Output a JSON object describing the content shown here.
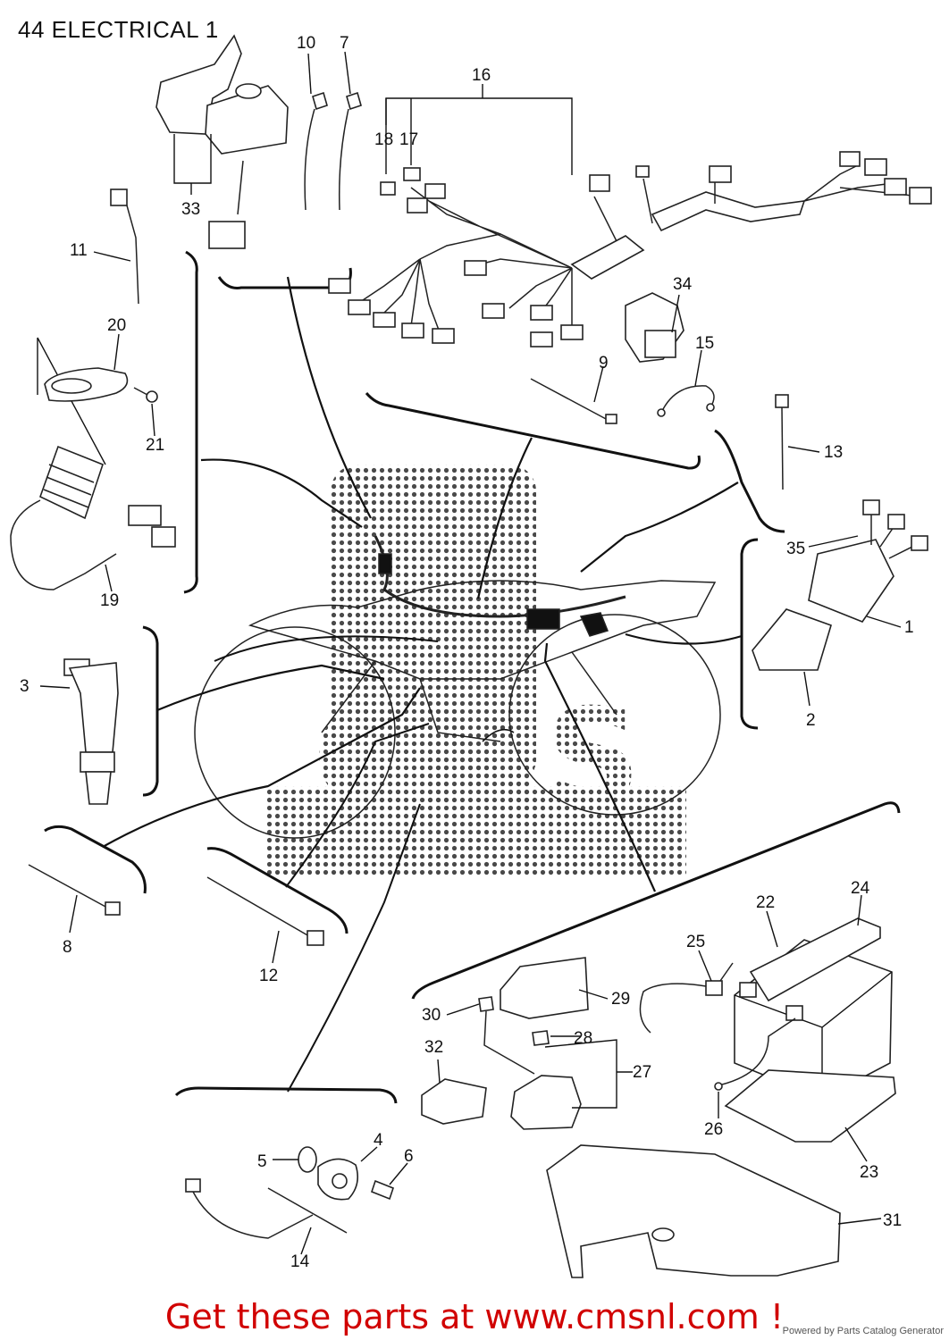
{
  "title": "44 ELECTRICAL 1",
  "promo": {
    "text_prefix": "Get these parts at ",
    "link_text": "www.cmsnl.com",
    "text_suffix": " !"
  },
  "footer": "Powered by Parts Catalog Generator",
  "watermark": "CMS",
  "callouts": {
    "c1": "1",
    "c2": "2",
    "c3": "3",
    "c4": "4",
    "c5": "5",
    "c6": "6",
    "c7": "7",
    "c8": "8",
    "c9": "9",
    "c10": "10",
    "c11": "11",
    "c12": "12",
    "c13": "13",
    "c14": "14",
    "c15": "15",
    "c16": "16",
    "c17": "17",
    "c18": "18",
    "c19": "19",
    "c20": "20",
    "c21": "21",
    "c22": "22",
    "c23": "23",
    "c24": "24",
    "c25": "25",
    "c26": "26",
    "c27": "27",
    "c28": "28",
    "c29": "29",
    "c30": "30",
    "c31": "31",
    "c32": "32",
    "c33": "33",
    "c34": "34",
    "c35": "35"
  },
  "colors": {
    "promo": "#d10000",
    "lines": "#111111",
    "watermark": "#2a2a2a"
  }
}
